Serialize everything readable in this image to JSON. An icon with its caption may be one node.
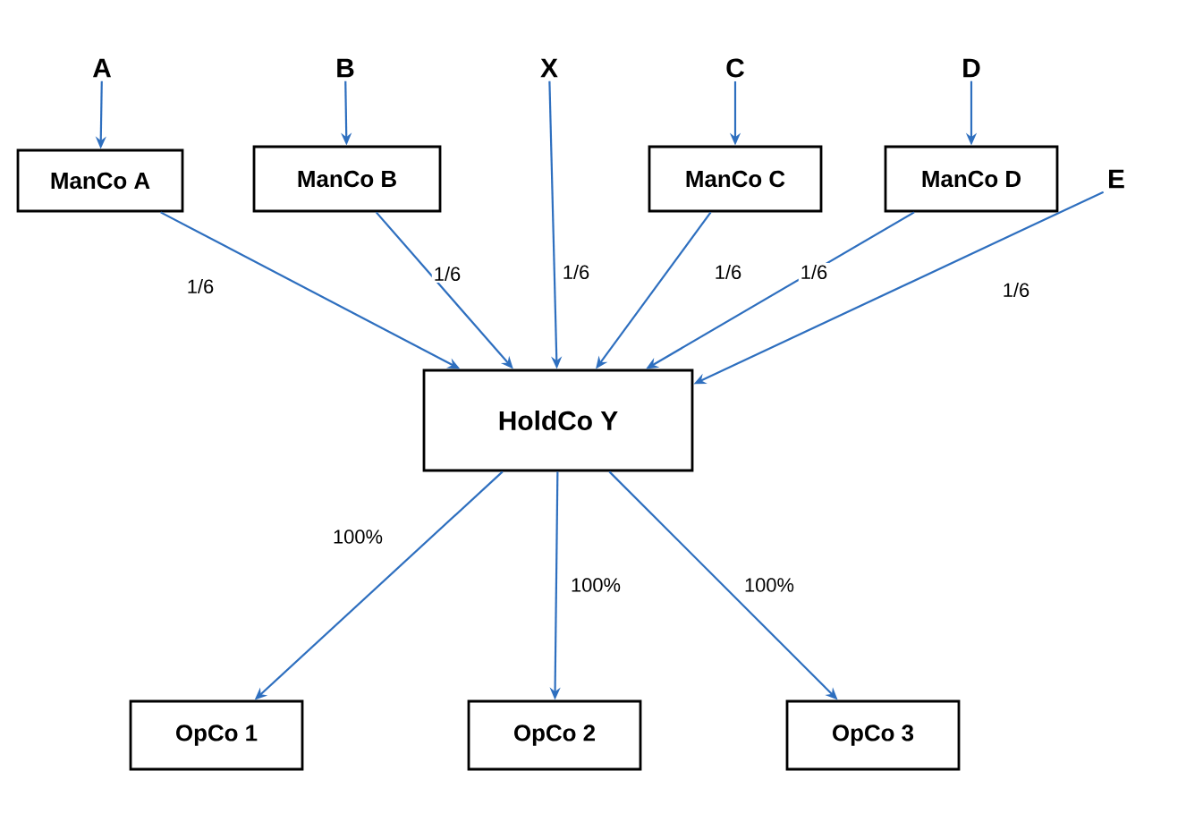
{
  "diagram": {
    "nodes": [
      {
        "text": [
          "A"
        ]
      },
      {
        "text": [
          "B"
        ]
      },
      {
        "text": [
          "X"
        ]
      },
      {
        "text": [
          "C"
        ]
      },
      {
        "text": [
          "D"
        ]
      },
      {
        "text": [
          "E"
        ]
      },
      {
        "text": [
          "ManCo A"
        ]
      },
      {
        "text": [
          "ManCo B"
        ]
      },
      {
        "text": [
          "ManCo C"
        ]
      },
      {
        "text": [
          "ManCo D"
        ]
      },
      {
        "text": [
          "HoldCo Y"
        ]
      },
      {
        "text": [
          "OpCo 1"
        ]
      },
      {
        "text": [
          "OpCo 2"
        ]
      },
      {
        "text": [
          "OpCo 3"
        ]
      }
    ],
    "edges": [
      {
        "from": 0,
        "to": 6,
        "arrow": "to"
      },
      {
        "from": 1,
        "to": 7,
        "arrow": "to"
      },
      {
        "from": 3,
        "to": 8,
        "arrow": "to"
      },
      {
        "from": 4,
        "to": 9,
        "arrow": "to"
      },
      {
        "from": 6,
        "to": 10,
        "arrow": "to",
        "label": "1/6"
      },
      {
        "from": 7,
        "to": 10,
        "arrow": "to",
        "label": "1/6"
      },
      {
        "from": 2,
        "to": 10,
        "arrow": "to",
        "label": "1/6"
      },
      {
        "from": 8,
        "to": 10,
        "arrow": "to",
        "label": "1/6"
      },
      {
        "from": 9,
        "to": 10,
        "arrow": "to",
        "label": "1/6"
      },
      {
        "from": 5,
        "to": 10,
        "arrow": "to",
        "label": "1/6"
      },
      {
        "from": 10,
        "to": 11,
        "arrow": "to",
        "label": "100%"
      },
      {
        "from": 10,
        "to": 12,
        "arrow": "to",
        "label": "100%"
      },
      {
        "from": 10,
        "to": 13,
        "arrow": "to",
        "label": "100%"
      }
    ]
  }
}
